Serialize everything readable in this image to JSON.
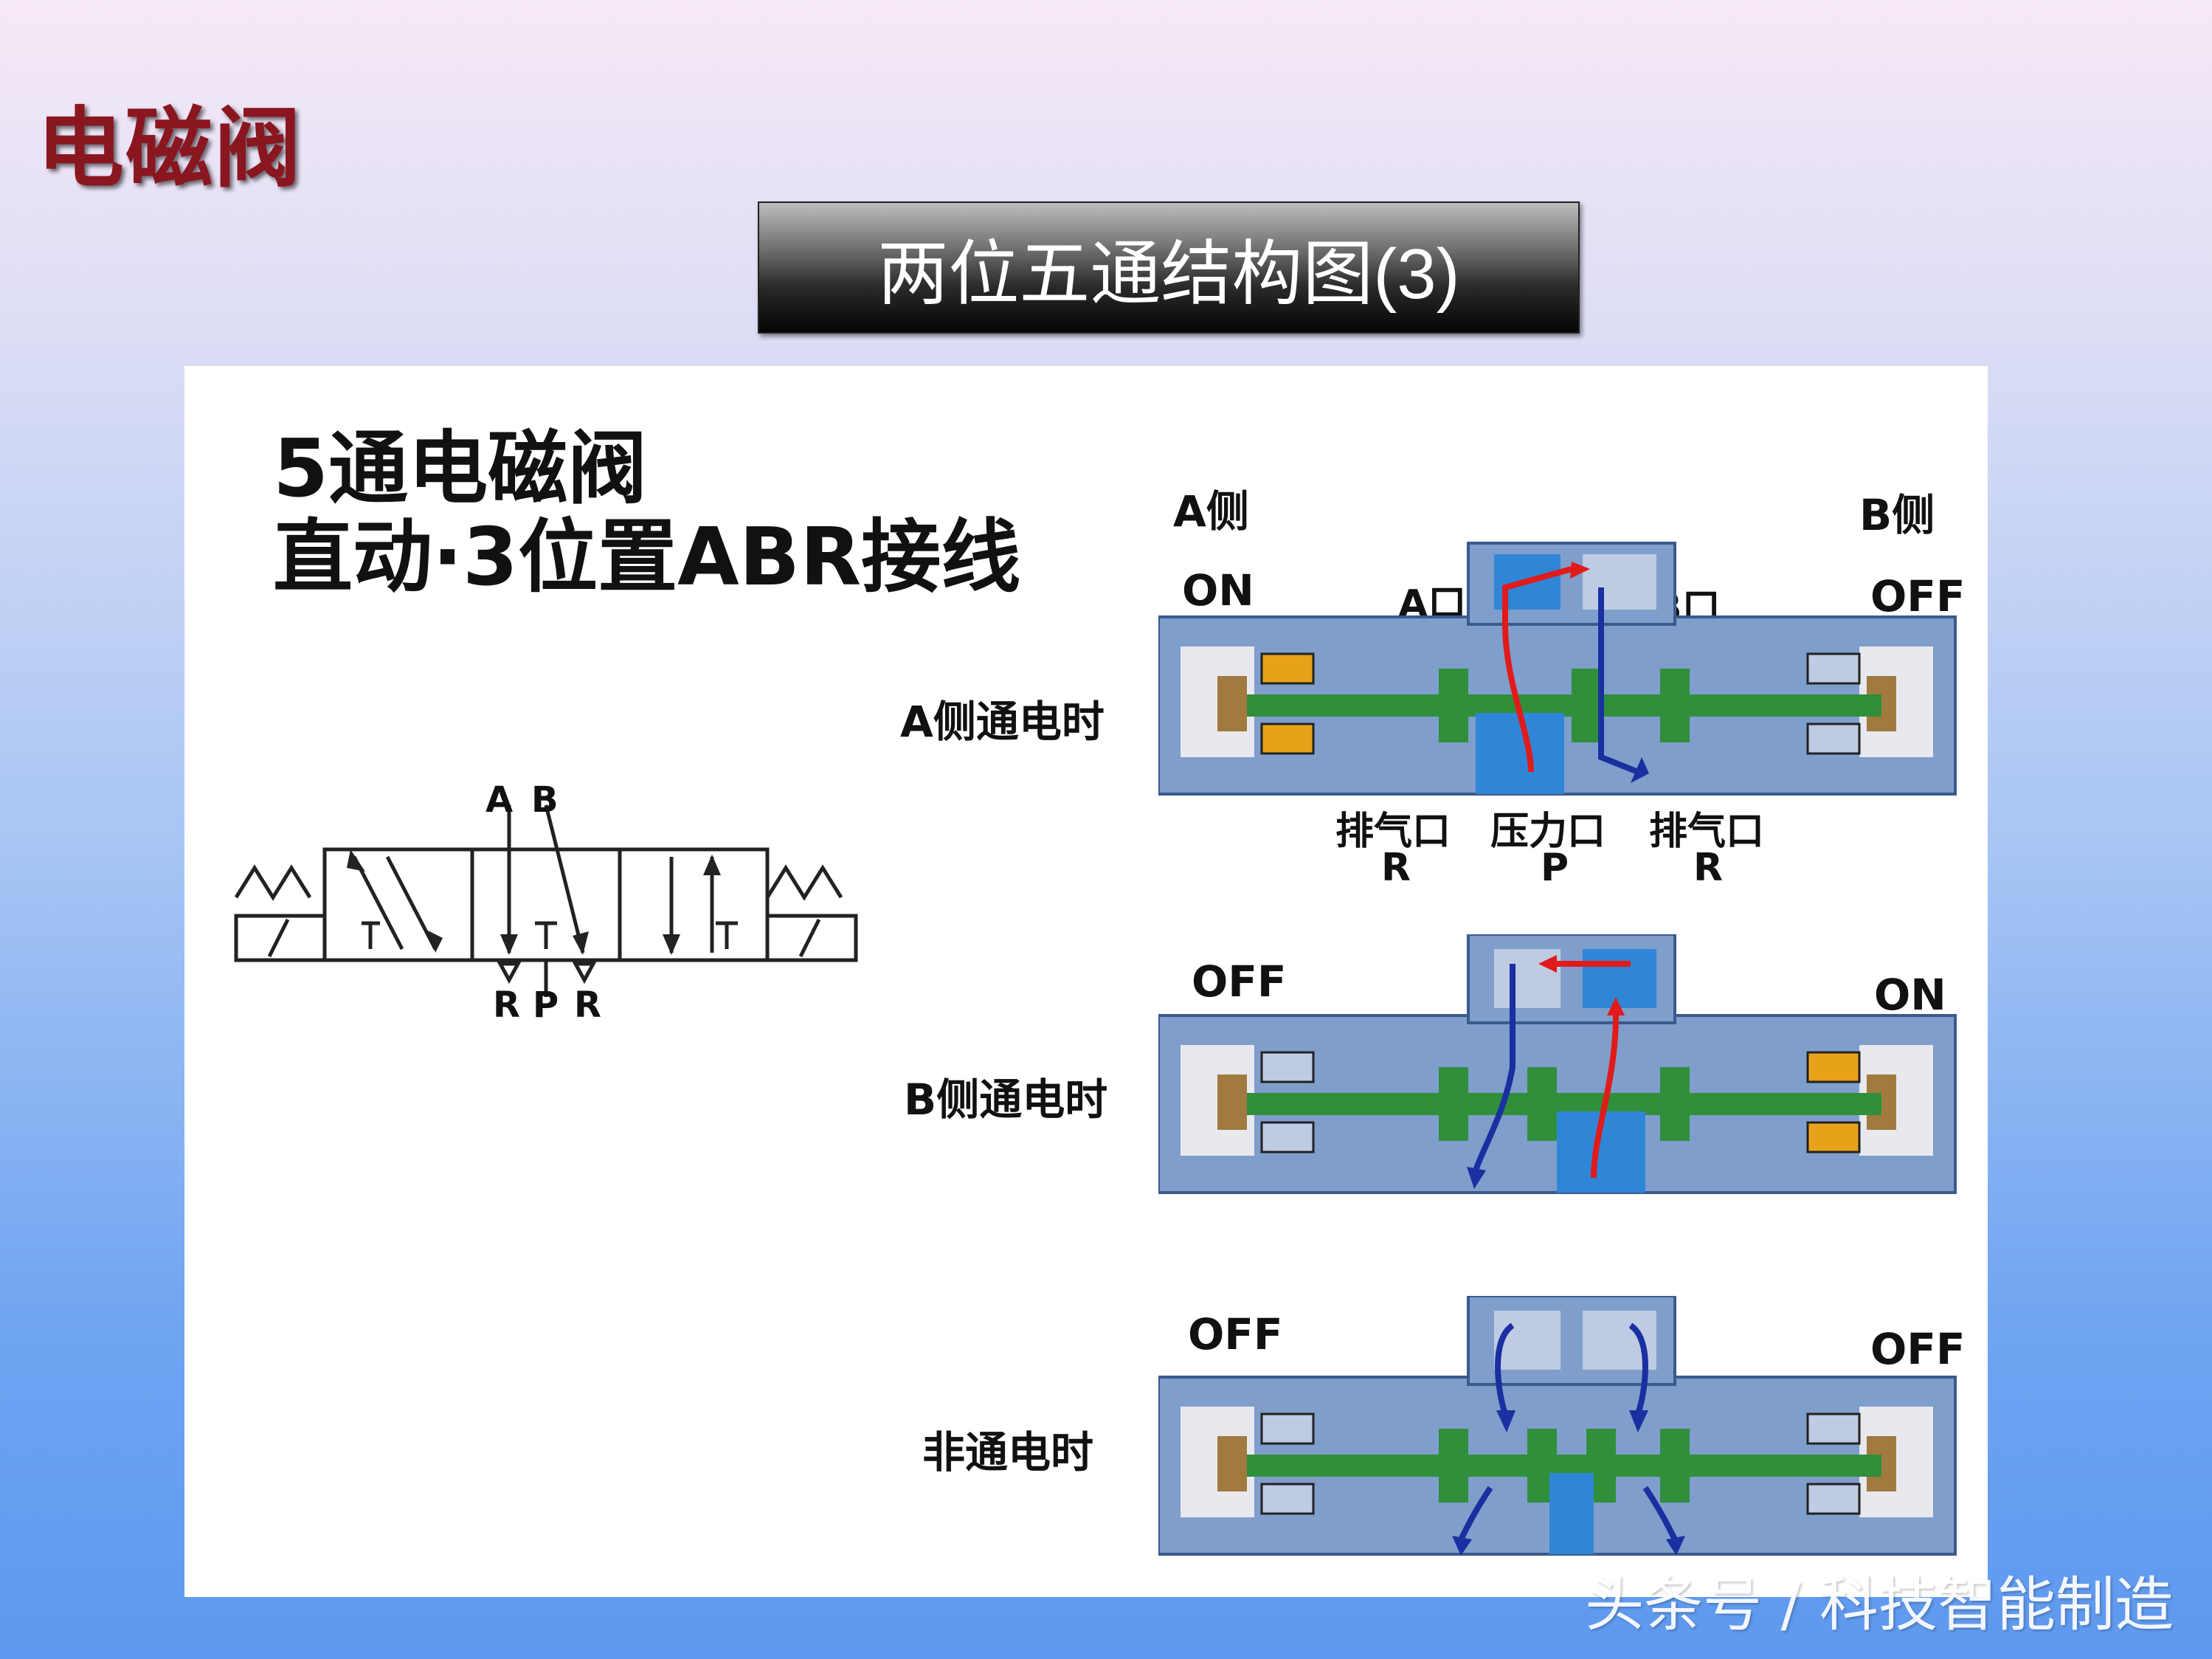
{
  "slide_title": "电磁阀",
  "banner_title": "两位五通结构图(3)",
  "panel": {
    "heading_line1": "5通电磁阀",
    "heading_line2": "直动·3位置ABR接线",
    "symbol": {
      "port_a": "A",
      "port_b": "B",
      "port_r1": "R",
      "port_p": "P",
      "port_r2": "R",
      "blocked_mark": "T"
    },
    "side_a": "A侧",
    "side_b": "B侧",
    "states": [
      {
        "label": "A侧通电时",
        "left": "ON",
        "right": "OFF",
        "port_a": "A口",
        "port_b": "B口",
        "bottom_ports": [
          {
            "name": "排气口",
            "code": "R"
          },
          {
            "name": "压力口",
            "code": "P"
          },
          {
            "name": "排气口",
            "code": "R"
          }
        ]
      },
      {
        "label": "B侧通电时",
        "left": "OFF",
        "right": "ON"
      },
      {
        "label": "非通电时",
        "left": "OFF",
        "right": "OFF"
      }
    ]
  },
  "watermark": "头条号 / 科技智能制造",
  "colors": {
    "title_red": "#8a1620",
    "valve_body": "#7f9ecb",
    "valve_light": "#bfcbe3",
    "spool_green": "#2f8f3a",
    "coil_orange": "#e8a21a",
    "flow_red": "#e11a1a",
    "flow_blue": "#1a2fa0",
    "port_blue": "#2f86d6"
  }
}
